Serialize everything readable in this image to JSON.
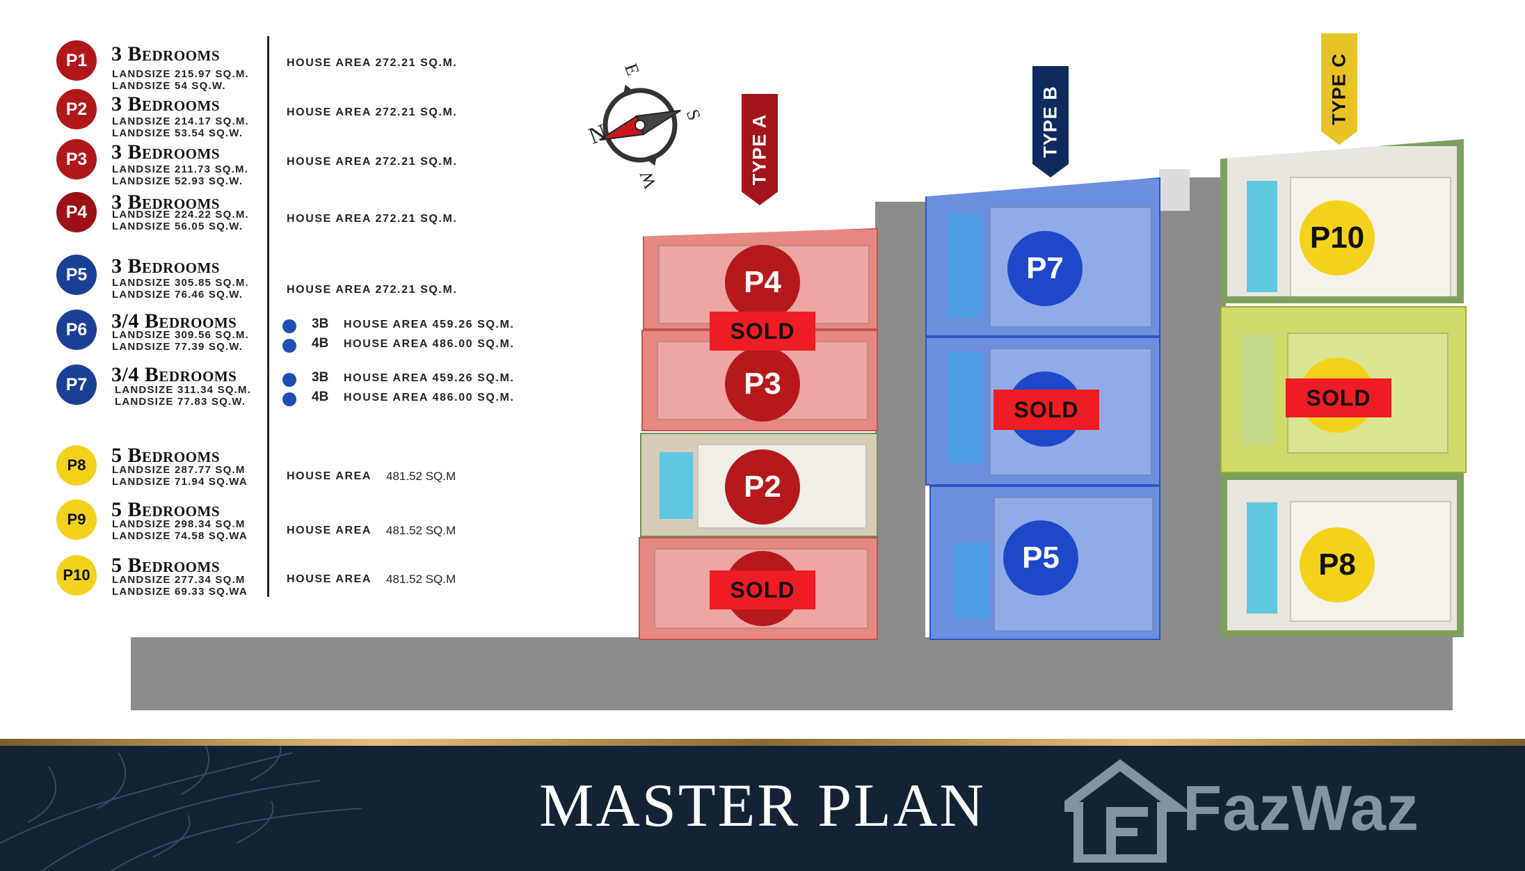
{
  "legend": [
    {
      "id": "P1",
      "bedrooms": "3 Bedrooms",
      "land_sqm": "LANDSIZE 215.97 SQ.M.",
      "land_sqw": "LANDSIZE 54 SQ.W.",
      "house": "HOUSE AREA 272.21 SQ.M.",
      "color": "#b0171b"
    },
    {
      "id": "P2",
      "bedrooms": "3 Bedrooms",
      "land_sqm": "LANDSIZE 214.17 SQ.M.",
      "land_sqw": "LANDSIZE 53.54 SQ.W.",
      "house": "HOUSE AREA 272.21 SQ.M.",
      "color": "#b0171b"
    },
    {
      "id": "P3",
      "bedrooms": "3 Bedrooms",
      "land_sqm": "LANDSIZE 211.73 SQ.M.",
      "land_sqw": "LANDSIZE 52.93 SQ.W.",
      "house": "HOUSE AREA 272.21 SQ.M.",
      "color": "#b0171b"
    },
    {
      "id": "P4",
      "bedrooms": "3 Bedrooms",
      "land_sqm": "LANDSIZE 224.22 SQ.M.",
      "land_sqw": "LANDSIZE 56.05 SQ.W.",
      "house": "HOUSE AREA 272.21 SQ.M.",
      "color": "#b0171b"
    },
    {
      "id": "P5",
      "bedrooms": "3 Bedrooms",
      "land_sqm": "LANDSIZE 305.85 SQ.M.",
      "land_sqw": "LANDSIZE 76.46 SQ.W.",
      "house": "HOUSE AREA 272.21 SQ.M.",
      "color": "#1c3f96"
    },
    {
      "id": "P6",
      "bedrooms": "3/4 Bedrooms",
      "land_sqm": "LANDSIZE 309.56 SQ.M.",
      "land_sqw": "LANDSIZE 77.39 SQ.W.",
      "options": [
        {
          "label": "3B",
          "house": "HOUSE AREA 459.26 SQ.M."
        },
        {
          "label": "4B",
          "house": "HOUSE AREA 486.00 SQ.M."
        }
      ],
      "color": "#1c3f96"
    },
    {
      "id": "P7",
      "bedrooms": "3/4 Bedrooms",
      "land_sqm": "LANDSIZE 311.34 SQ.M.",
      "land_sqw": "LANDSIZE 77.83 SQ.W.",
      "options": [
        {
          "label": "3B",
          "house": "HOUSE AREA 459.26 SQ.M."
        },
        {
          "label": "4B",
          "house": "HOUSE AREA 486.00 SQ.M."
        }
      ],
      "color": "#1c3f96"
    },
    {
      "id": "P8",
      "bedrooms": "5 Bedrooms",
      "land_sqm": "LANDSIZE 287.77 SQ.M",
      "land_sqw": "LANDSIZE 71.94 SQ.WA",
      "house_label": "HOUSE AREA",
      "house_value": "481.52 SQ.M",
      "color": "#f3d21d"
    },
    {
      "id": "P9",
      "bedrooms": "5 Bedrooms",
      "land_sqm": "LANDSIZE 298.34 SQ.M",
      "land_sqw": "LANDSIZE 74.58 SQ.WA",
      "house_label": "HOUSE AREA",
      "house_value": "481.52 SQ.M",
      "color": "#f3d21d"
    },
    {
      "id": "P10",
      "bedrooms": "5 Bedrooms",
      "land_sqm": "LANDSIZE 277.34 SQ.M",
      "land_sqw": "LANDSIZE 69.33 SQ.WA",
      "house_label": "HOUSE AREA",
      "house_value": "481.52 SQ.M",
      "color": "#f3d21d"
    }
  ],
  "compass": {
    "n": "N",
    "e": "E",
    "s": "S",
    "w": "W"
  },
  "types": {
    "a": "TYPE A",
    "b": "TYPE B",
    "c": "TYPE C"
  },
  "type_colors": {
    "a": "#a3141b",
    "b": "#0f2a5c",
    "c": "#e7c325"
  },
  "plots": {
    "p4": "P4",
    "p3": "P3",
    "p2": "P2",
    "p7": "P7",
    "p5": "P5",
    "p10": "P10",
    "p8": "P8"
  },
  "sold_label": "SOLD",
  "banner": {
    "title": "MASTER PLAN",
    "brand": "FazWaz"
  }
}
